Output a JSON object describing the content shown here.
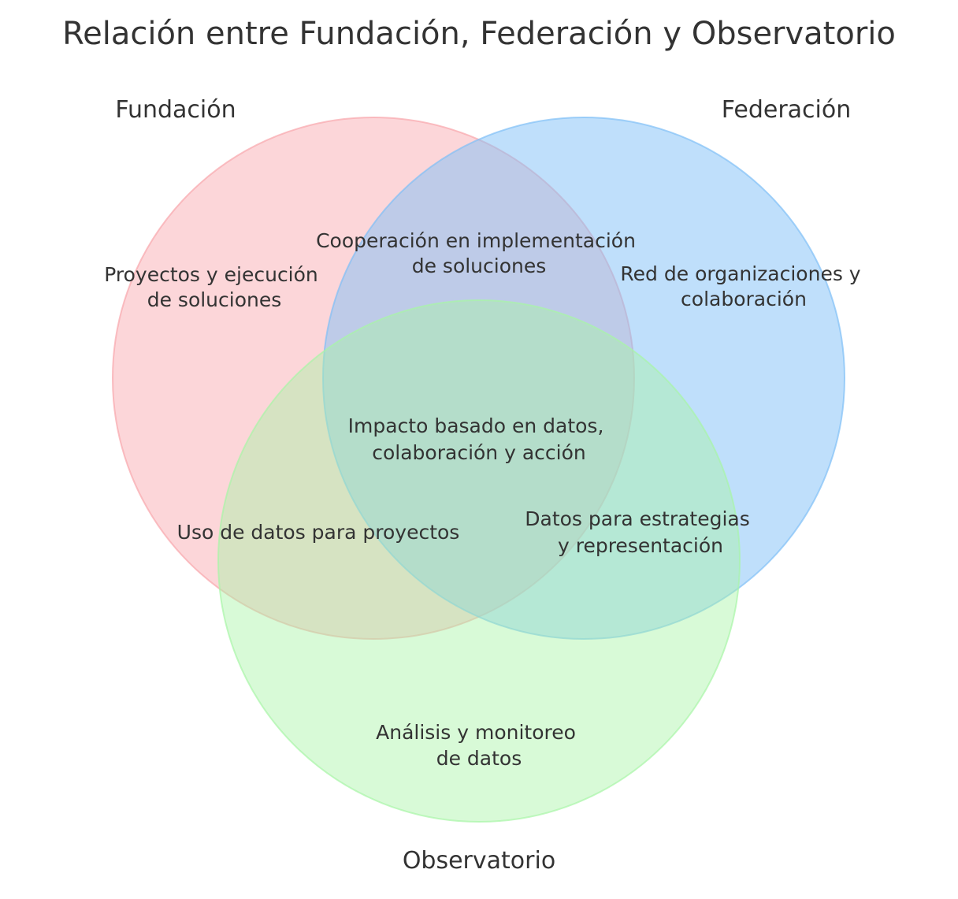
{
  "title": "Relación entre Fundación, Federación y Observatorio",
  "sets": [
    {
      "name": "Fundación",
      "color": "#f8a5ab"
    },
    {
      "name": "Federación",
      "color": "#7fbff7"
    },
    {
      "name": "Observatorio",
      "color": "#a8f5a6"
    }
  ],
  "regions": {
    "fundacion_only": [
      "Proyectos y ejecución",
      "de soluciones"
    ],
    "federacion_only": [
      "Red de organizaciones y",
      "colaboración"
    ],
    "observatorio_only": [
      "Análisis y monitoreo",
      "de datos"
    ],
    "fundacion_federacion": [
      "Cooperación en implementación",
      "de soluciones"
    ],
    "fundacion_observatorio": [
      "Uso de datos para proyectos"
    ],
    "federacion_observatorio": [
      "Datos para estrategias",
      "y representación"
    ],
    "all_three": [
      "Impacto basado en datos,",
      "colaboración y acción"
    ]
  }
}
